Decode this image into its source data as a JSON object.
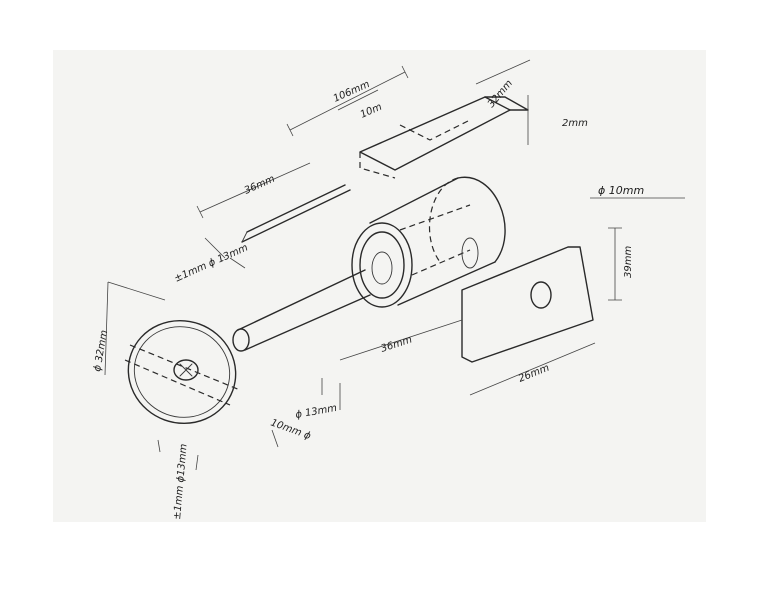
{
  "drawing": {
    "dims": {
      "len_106": "106mm",
      "len_10a": "10m",
      "len_32_top": "32mm",
      "len_2": "2mm",
      "len_36_top": "36mm",
      "tol_shaft": "±1mm ϕ 13mm",
      "dia_10": "ϕ 10mm",
      "len_39": "39mm",
      "dia_32": "ϕ 32mm",
      "len_36_mid": "36mm",
      "len_26": "26mm",
      "dia_13": "ϕ 13mm",
      "len_10b": "10mm ϕ",
      "tol_bottom": "±1mm ϕ13mm"
    }
  }
}
